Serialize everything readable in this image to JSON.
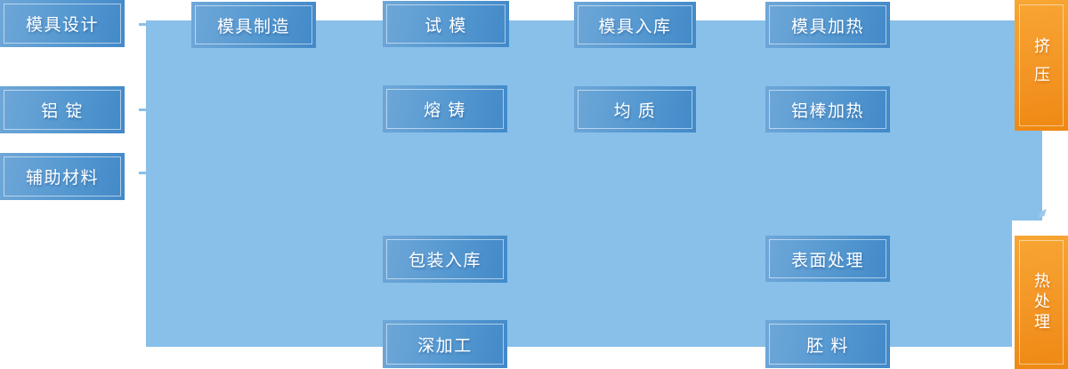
{
  "diagram": {
    "description_nodes": {
      "mold_design": {
        "label": "模具设计"
      },
      "aluminum_ingot": {
        "label": "铝 锭"
      },
      "auxiliary_materials": {
        "label": "辅助材料"
      },
      "mold_manufacturing": {
        "label": "模具制造"
      },
      "trial_mold": {
        "label": "试 模"
      },
      "mold_storage": {
        "label": "模具入库"
      },
      "mold_heating": {
        "label": "模具加热"
      },
      "melting_casting": {
        "label": "熔 铸"
      },
      "homogenizing": {
        "label": "均 质"
      },
      "aluminum_rod_heating": {
        "label": "铝棒加热"
      },
      "packaging_storage": {
        "label": "包装入库"
      },
      "surface_treatment": {
        "label": "表面处理"
      },
      "deep_processing": {
        "label": "深加工"
      },
      "billet": {
        "label": "胚 料"
      },
      "extrusion": {
        "label": "挤压"
      },
      "heat_treatment": {
        "label": "热处理"
      }
    },
    "colors": {
      "panel_blue": "#88C0EA",
      "node_blue_light": "#6FA7D8",
      "node_blue_dark": "#4289C8",
      "node_orange_light": "#F8A634",
      "node_orange_dark": "#EE8912",
      "node_text": "#FFFFFF",
      "background": "#FFFFFF"
    }
  }
}
